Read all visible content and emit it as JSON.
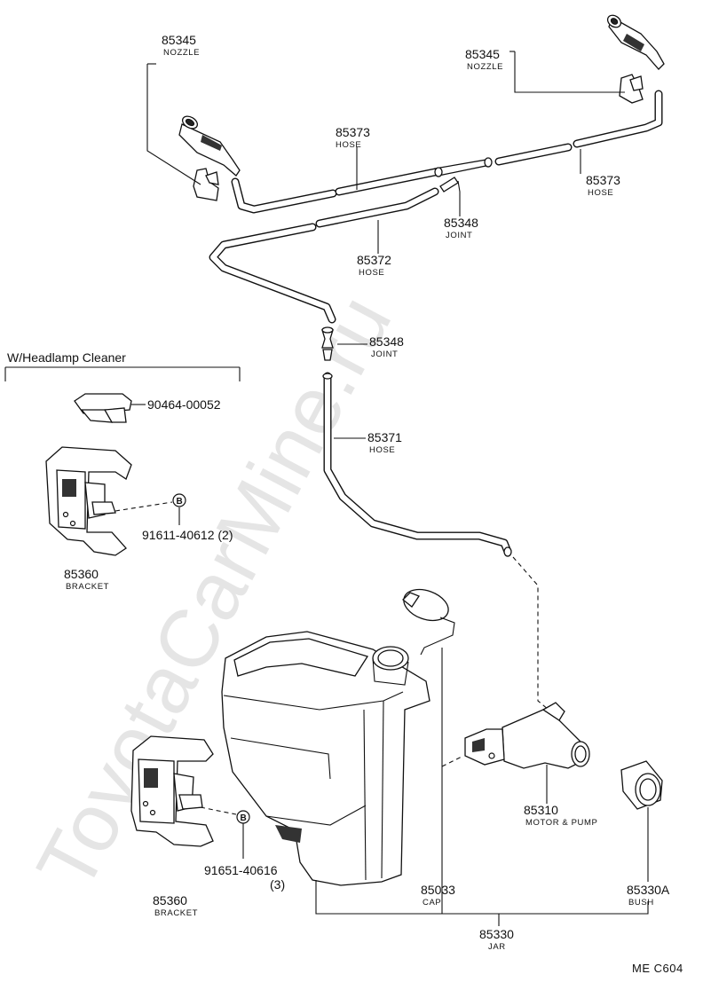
{
  "watermark": "ToyotaCarMine.ru",
  "section_title": "W/Headlamp Cleaner",
  "fastener_symbol": "B",
  "page_code": "ME  C604",
  "labels": {
    "nozzle_left": {
      "number": "85345",
      "desc": "NOZZLE"
    },
    "nozzle_right": {
      "number": "85345",
      "desc": "NOZZLE"
    },
    "hose_top": {
      "number": "85373",
      "desc": "HOSE"
    },
    "hose_right": {
      "number": "85373",
      "desc": "HOSE"
    },
    "joint_upper": {
      "number": "85348",
      "desc": "JOINT"
    },
    "hose_mid": {
      "number": "85372",
      "desc": "HOSE"
    },
    "joint_lower": {
      "number": "85348",
      "desc": "JOINT"
    },
    "hose_long": {
      "number": "85371",
      "desc": "HOSE"
    },
    "clip": {
      "number": "90464-00052"
    },
    "screw_upper": {
      "number": "91611-40612 (2)"
    },
    "bracket_upper": {
      "number": "85360",
      "desc": "BRACKET"
    },
    "bracket_lower": {
      "number": "85360",
      "desc": "BRACKET"
    },
    "screw_lower": {
      "number": "91651-40616",
      "qty": "(3)"
    },
    "motor_pump": {
      "number": "85310",
      "desc": "MOTOR & PUMP"
    },
    "cap": {
      "number": "85033",
      "desc": "CAP"
    },
    "bush": {
      "number": "85330A",
      "desc": "BUSH"
    },
    "jar": {
      "number": "85330",
      "desc": "JAR"
    }
  }
}
